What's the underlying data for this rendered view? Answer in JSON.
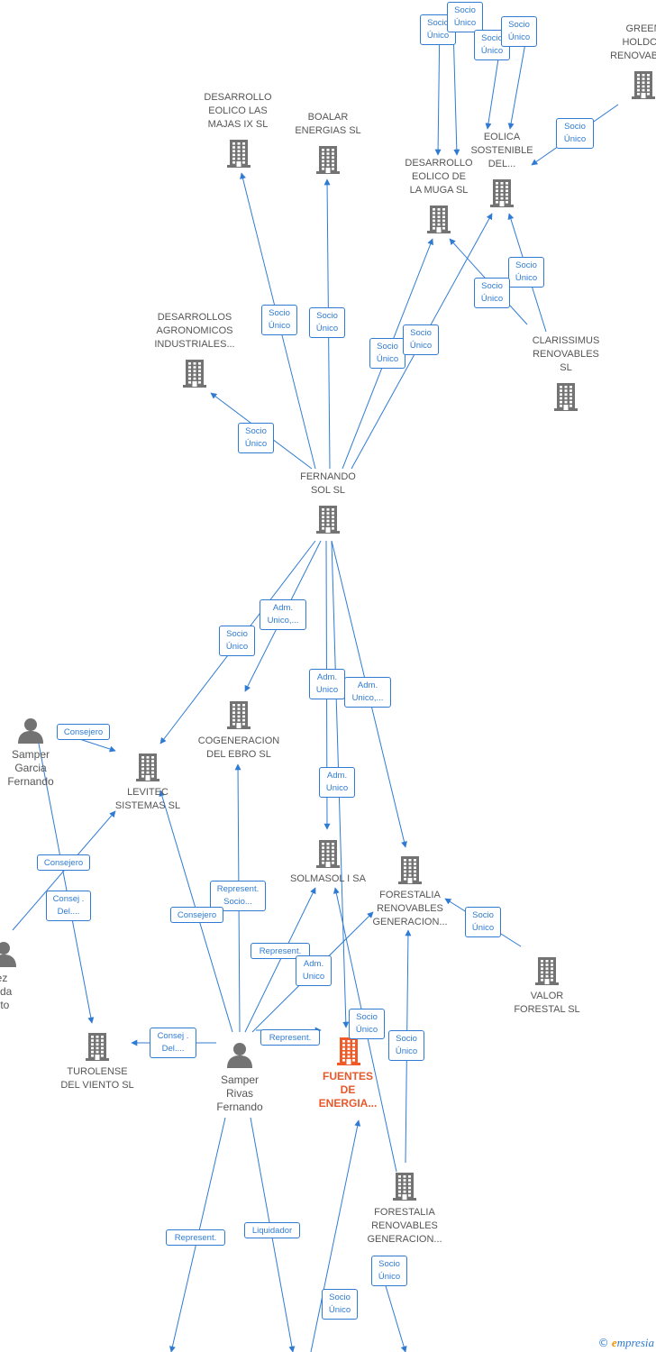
{
  "nodes": [
    {
      "id": "fuentes",
      "label": "FUENTES\nDE\nENERGIA...",
      "type": "company",
      "main": true
    },
    {
      "id": "fernando_sol",
      "label": "FERNANDO\nSOL SL",
      "type": "company"
    },
    {
      "id": "desarrollo_majas",
      "label": "DESARROLLO\nEOLICO LAS\nMAJAS IX  SL",
      "type": "company"
    },
    {
      "id": "boalar",
      "label": "BOALAR\nENERGIAS  SL",
      "type": "company"
    },
    {
      "id": "desarrollo_muga",
      "label": "DESARROLLO\nEOLICO DE\nLA MUGA SL",
      "type": "company"
    },
    {
      "id": "eolica_sostenible",
      "label": "EOLICA\nSOSTENIBLE\nDEL...",
      "type": "company"
    },
    {
      "id": "green_holdco",
      "label": "GREEN\nHOLDCO\nRENOVABLES",
      "type": "company"
    },
    {
      "id": "clarissimus",
      "label": "CLARISSIMUS\nRENOVABLES\nSL",
      "type": "company"
    },
    {
      "id": "desarrollos_agro",
      "label": "DESARROLLOS\nAGRONOMICOS\nINDUSTRIALES...",
      "type": "company"
    },
    {
      "id": "cogeneracion",
      "label": "COGENERACION\nDEL EBRO  SL",
      "type": "company"
    },
    {
      "id": "levitec",
      "label": "LEVITEC\nSISTEMAS  SL",
      "type": "company"
    },
    {
      "id": "solmasol",
      "label": "SOLMASOL I SA",
      "type": "company"
    },
    {
      "id": "forestalia_1",
      "label": "FORESTALIA\nRENOVABLES\nGENERACION...",
      "type": "company"
    },
    {
      "id": "valor_forestal",
      "label": "VALOR\nFORESTAL SL",
      "type": "company"
    },
    {
      "id": "turolense",
      "label": "TUROLENSE\nDEL VIENTO SL",
      "type": "company"
    },
    {
      "id": "forestalia_2",
      "label": "FORESTALIA\nRENOVABLES\nGENERACION...",
      "type": "company"
    },
    {
      "id": "samper_garcia",
      "label": "Samper\nGarcia\nFernando",
      "type": "person"
    },
    {
      "id": "samper_rivas",
      "label": "Samper\nRivas\nFernando",
      "type": "person"
    },
    {
      "id": "perez_left",
      "label": "rez\needa\nerto",
      "type": "person"
    }
  ],
  "edge_labels": [
    {
      "id": "e_top_1",
      "text": "Socio\nÚnico"
    },
    {
      "id": "e_top_2",
      "text": "Socio\nÚnico"
    },
    {
      "id": "e_top_3",
      "text": "Socio\nÚnico"
    },
    {
      "id": "e_top_4",
      "text": "Socio\nÚnico"
    },
    {
      "id": "e_green_eolica",
      "text": "Socio\nÚnico"
    },
    {
      "id": "e_clar_eolica",
      "text": "Socio\nÚnico"
    },
    {
      "id": "e_clar_muga",
      "text": "Socio\nÚnico"
    },
    {
      "id": "e_fs_majas",
      "text": "Socio\nÚnico"
    },
    {
      "id": "e_fs_boalar",
      "text": "Socio\nÚnico"
    },
    {
      "id": "e_fs_muga",
      "text": "Socio\nÚnico"
    },
    {
      "id": "e_fs_eolica",
      "text": "Socio\nÚnico"
    },
    {
      "id": "e_fs_agro",
      "text": "Socio\nÚnico"
    },
    {
      "id": "e_fs_cogen",
      "text": "Adm.\nUnico,..."
    },
    {
      "id": "e_fs_levitec",
      "text": "Socio\nÚnico"
    },
    {
      "id": "e_fs_solmasol_a",
      "text": "Adm.\nUnico"
    },
    {
      "id": "e_fs_forestalia",
      "text": "Adm.\nUnico,..."
    },
    {
      "id": "e_fs_solmasol_b",
      "text": "Adm.\nUnico"
    },
    {
      "id": "e_sg_levitec",
      "text": "Consejero"
    },
    {
      "id": "e_pz_levitec",
      "text": "Consejero"
    },
    {
      "id": "e_pz_turolense",
      "text": "Consej .\nDel...."
    },
    {
      "id": "e_sr_cogen",
      "text": "Represent.\nSocio..."
    },
    {
      "id": "e_sr_levitec",
      "text": "Consejero"
    },
    {
      "id": "e_sr_solmasol",
      "text": "Represent."
    },
    {
      "id": "e_sr_forestalia",
      "text": "Adm.\nUnico"
    },
    {
      "id": "e_sr_turolense",
      "text": "Consej .\nDel...."
    },
    {
      "id": "e_sr_fuentes",
      "text": "Represent."
    },
    {
      "id": "e_fe_fuentes",
      "text": "Socio\nÚnico"
    },
    {
      "id": "e_f2_forestalia",
      "text": "Socio\nÚnico"
    },
    {
      "id": "e_vf_forestalia",
      "text": "Socio\nÚnico"
    },
    {
      "id": "e_sr_down_1",
      "text": "Represent."
    },
    {
      "id": "e_sr_down_2",
      "text": "Liquidador"
    },
    {
      "id": "e_bottom_1",
      "text": "Socio\nÚnico"
    },
    {
      "id": "e_bottom_2",
      "text": "Socio\nÚnico"
    }
  ],
  "colors": {
    "edge": "#2f7bd3",
    "company_icon": "#737373",
    "main_icon": "#f05a28",
    "person_icon": "#737373"
  },
  "icons": {
    "company": "building-icon",
    "person": "person-icon"
  },
  "watermark": {
    "copyright": "©",
    "brand_initial": "e",
    "brand_rest": "mpresia"
  }
}
